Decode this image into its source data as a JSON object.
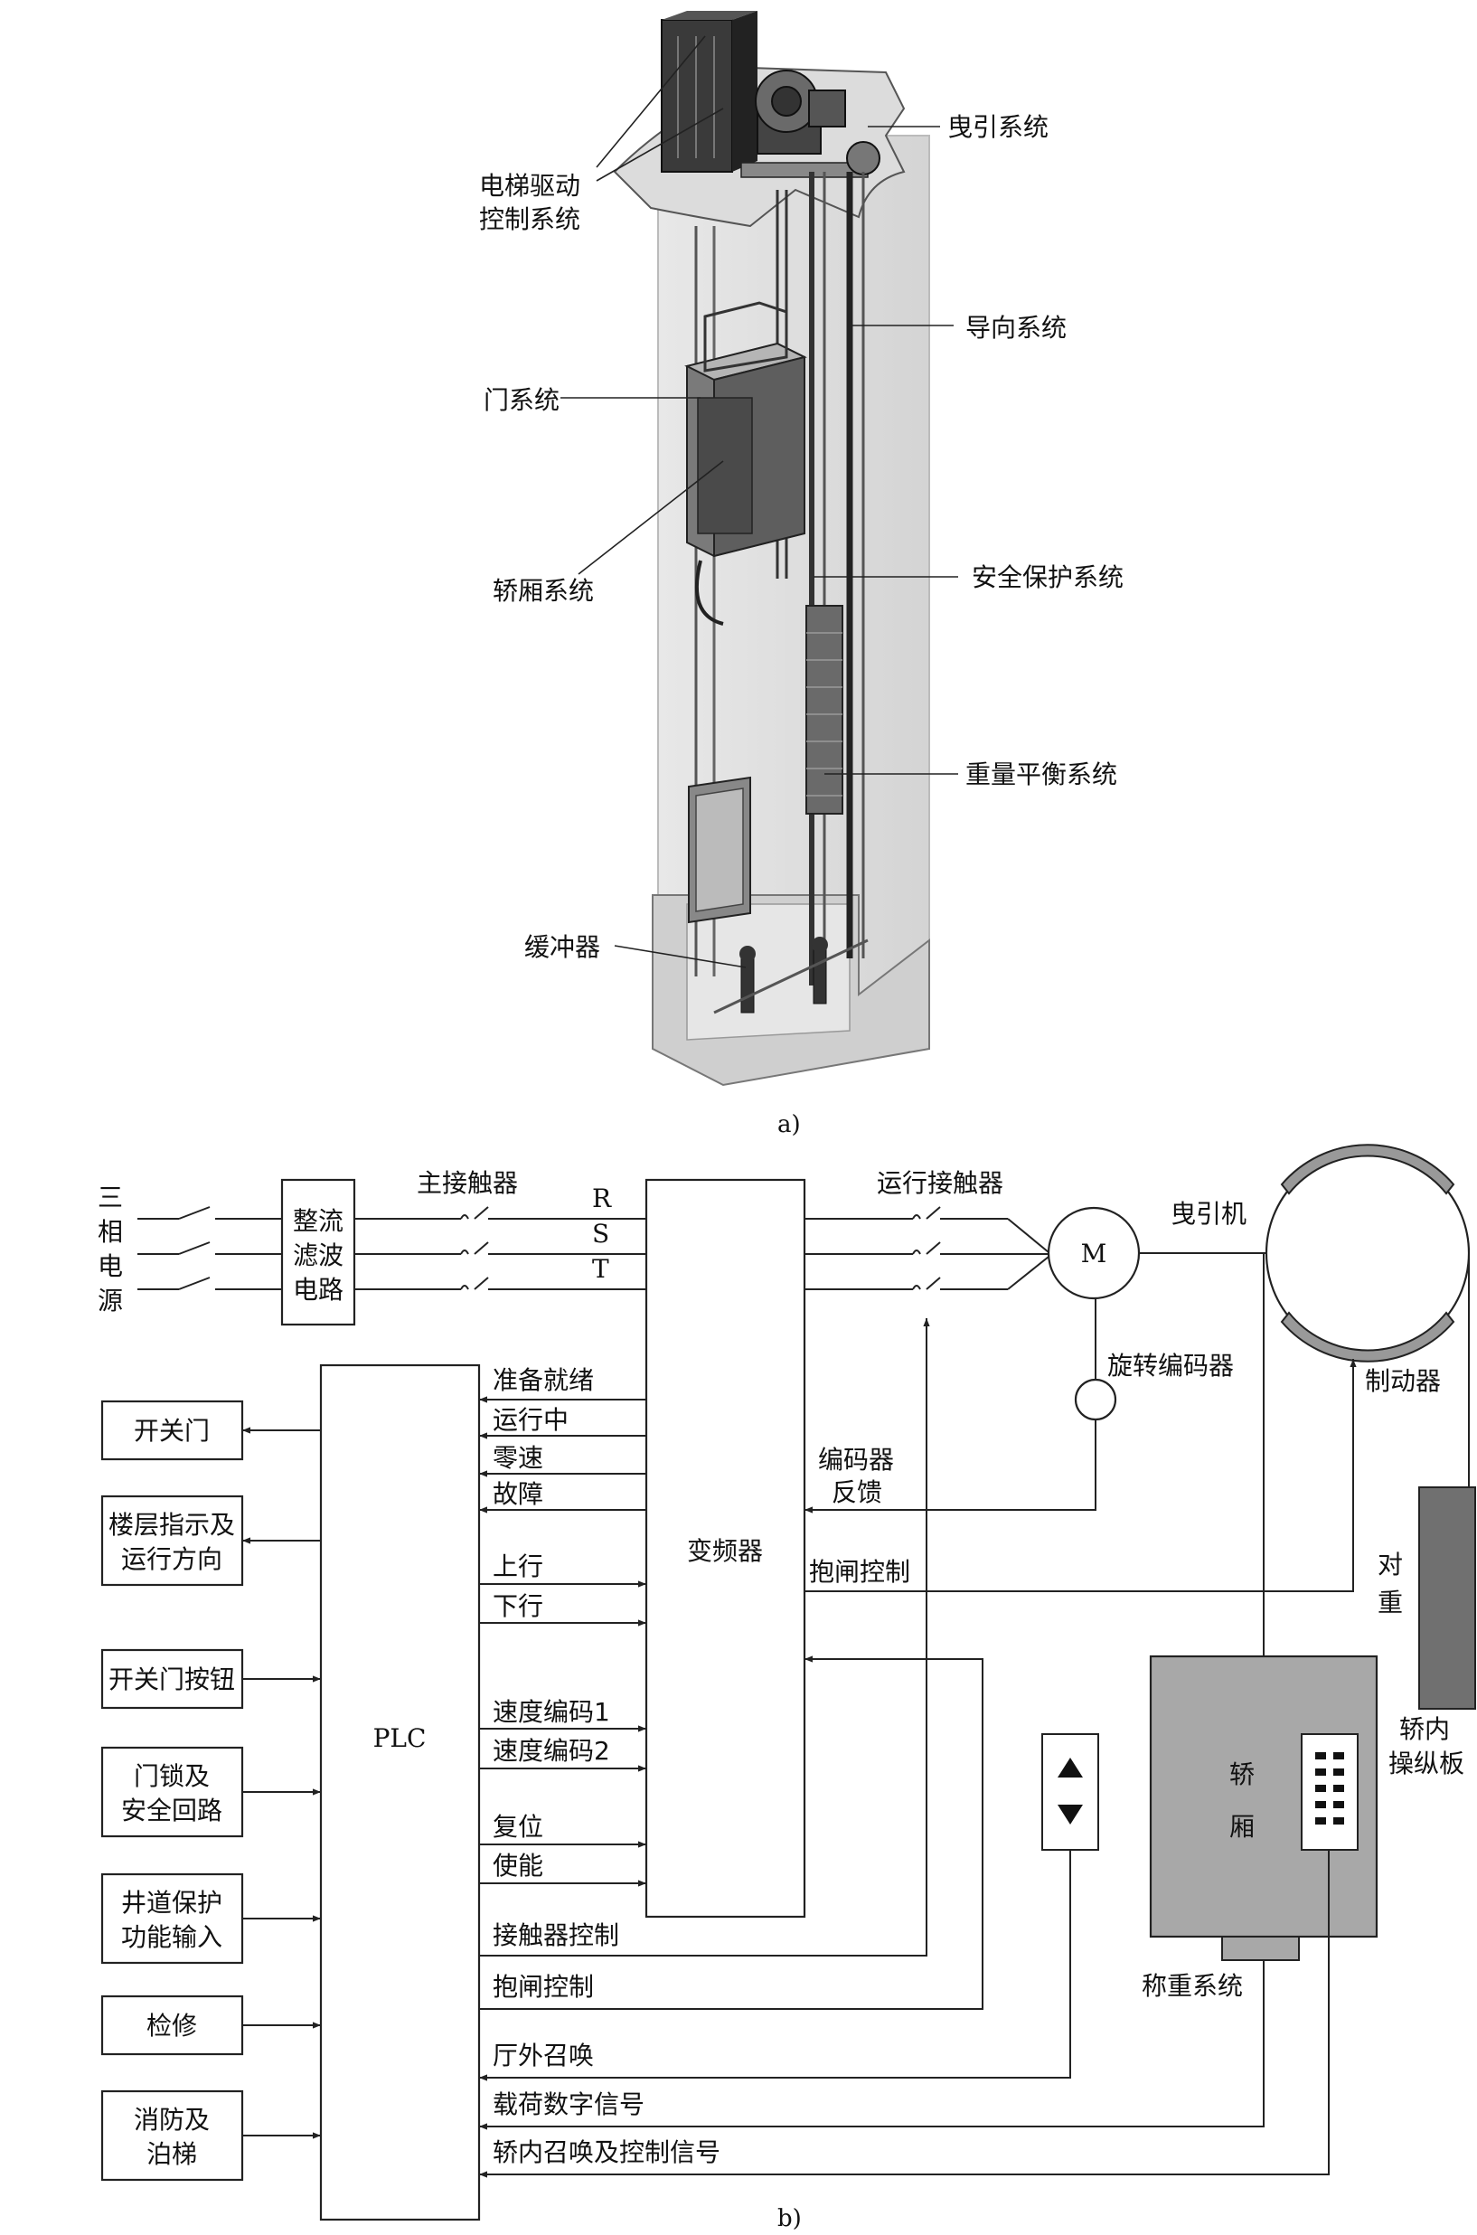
{
  "part_a": {
    "caption": "a)",
    "labels": {
      "traction": "曳引系统",
      "drive_line1": "电梯驱动",
      "drive_line2": "控制系统",
      "guide": "导向系统",
      "door": "门系统",
      "car": "轿厢系统",
      "safety": "安全保护系统",
      "counterweight": "重量平衡系统",
      "buffer": "缓冲器"
    }
  },
  "part_b": {
    "caption": "b)",
    "power_source": [
      "三",
      "相",
      "电",
      "源"
    ],
    "rectifier": [
      "整流",
      "滤波",
      "电路"
    ],
    "main_contactor": "主接触器",
    "phases": [
      "R",
      "S",
      "T"
    ],
    "inverter": "变频器",
    "run_contactor": "运行接触器",
    "motor": "M",
    "traction_machine": "曳引机",
    "encoder": "旋转编码器",
    "brake": "制动器",
    "encoder_feedback": [
      "编码器",
      "反馈"
    ],
    "brake_control_right": "抱闸控制",
    "counterweight": [
      "对",
      "重"
    ],
    "car": [
      "轿",
      "厢"
    ],
    "car_panel": [
      "轿内",
      "操纵板"
    ],
    "weighing": "称重系统",
    "plc": "PLC",
    "left_boxes": [
      [
        "开关门"
      ],
      [
        "楼层指示及",
        "运行方向"
      ],
      [
        "开关门按钮"
      ],
      [
        "门锁及",
        "安全回路"
      ],
      [
        "井道保护",
        "功能输入"
      ],
      [
        "检修"
      ],
      [
        "消防及",
        "泊梯"
      ]
    ],
    "signals": {
      "ready": "准备就绪",
      "running": "运行中",
      "zero_speed": "零速",
      "fault": "故障",
      "up": "上行",
      "down": "下行",
      "speed1": "速度编码1",
      "speed2": "速度编码2",
      "reset": "复位",
      "enable": "使能",
      "contactor_ctrl": "接触器控制",
      "brake_ctrl": "抱闸控制",
      "hall_call": "厅外召唤",
      "load_signal": "载荷数字信号",
      "car_call": "轿内召唤及控制信号"
    }
  }
}
